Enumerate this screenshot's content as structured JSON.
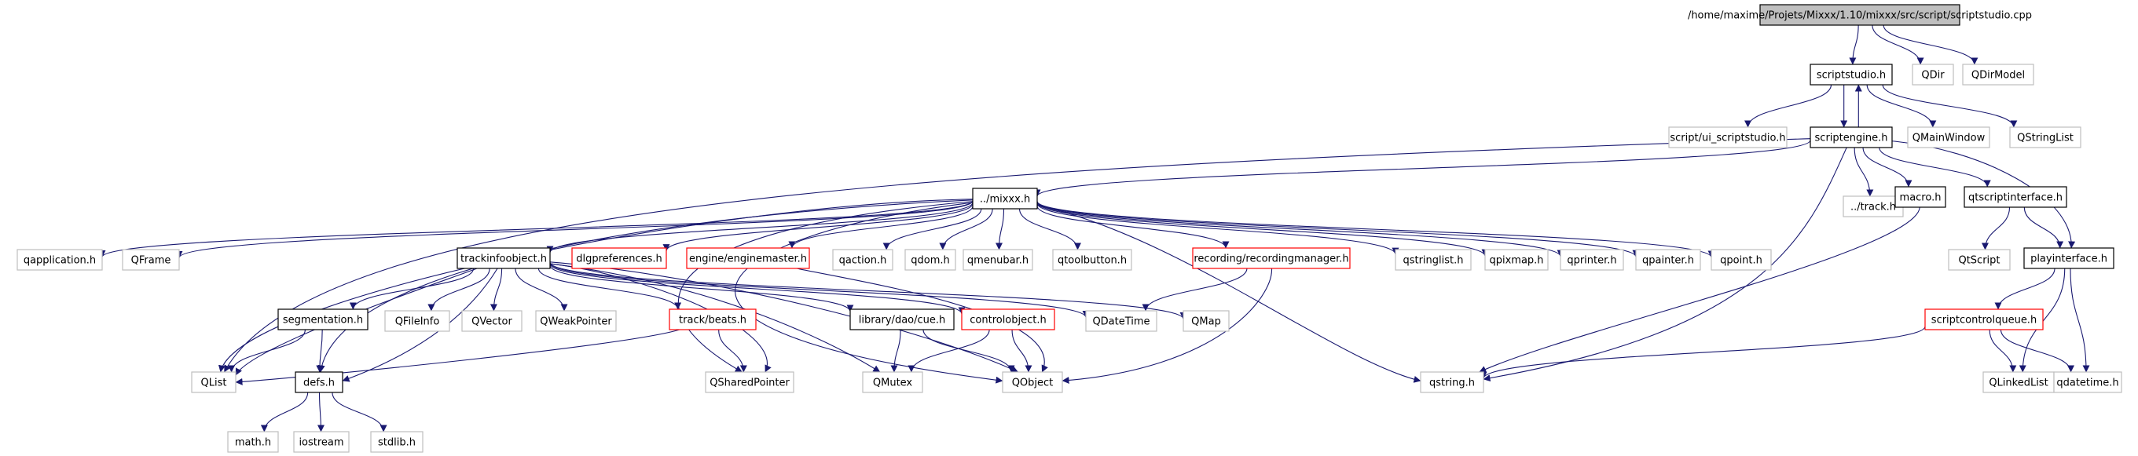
{
  "graph": {
    "colors": {
      "background": "#ffffff",
      "edge": "#191970",
      "border_documented": "#000000",
      "border_undocumented": "#bfbfbf",
      "border_incomplete": "#ff0000",
      "root_fill": "#bfbfbf",
      "text": "#000000"
    },
    "nodes": [
      {
        "id": "root",
        "label": "/home/maxime/Projets/Mixxx/1.10/mixxx/src/script/scriptstudio.cpp",
        "style": "root"
      },
      {
        "id": "scriptstudio_h",
        "label": "scriptstudio.h",
        "style": "documented"
      },
      {
        "id": "QDir",
        "label": "QDir",
        "style": "undocumented"
      },
      {
        "id": "QDirModel",
        "label": "QDirModel",
        "style": "undocumented"
      },
      {
        "id": "ui_scriptstudio",
        "label": "script/ui_scriptstudio.h",
        "style": "undocumented"
      },
      {
        "id": "scriptengine_h",
        "label": "scriptengine.h",
        "style": "documented"
      },
      {
        "id": "QMainWindow",
        "label": "QMainWindow",
        "style": "undocumented"
      },
      {
        "id": "QStringList",
        "label": "QStringList",
        "style": "undocumented"
      },
      {
        "id": "mixxx_h",
        "label": "../mixxx.h",
        "style": "documented"
      },
      {
        "id": "track_h",
        "label": "../track.h",
        "style": "undocumented"
      },
      {
        "id": "macro_h",
        "label": "macro.h",
        "style": "documented"
      },
      {
        "id": "qtscriptinterface_h",
        "label": "qtscriptinterface.h",
        "style": "documented"
      },
      {
        "id": "qapplication_h",
        "label": "qapplication.h",
        "style": "undocumented"
      },
      {
        "id": "QFrame",
        "label": "QFrame",
        "style": "undocumented"
      },
      {
        "id": "trackinfoobject_h",
        "label": "trackinfoobject.h",
        "style": "documented"
      },
      {
        "id": "dlgpreferences_h",
        "label": "dlgpreferences.h",
        "style": "incomplete"
      },
      {
        "id": "enginemaster_h",
        "label": "engine/enginemaster.h",
        "style": "incomplete"
      },
      {
        "id": "qaction_h",
        "label": "qaction.h",
        "style": "undocumented"
      },
      {
        "id": "qdom_h",
        "label": "qdom.h",
        "style": "undocumented"
      },
      {
        "id": "qmenubar_h",
        "label": "qmenubar.h",
        "style": "undocumented"
      },
      {
        "id": "qtoolbutton_h",
        "label": "qtoolbutton.h",
        "style": "undocumented"
      },
      {
        "id": "recordingmanager_h",
        "label": "recording/recordingmanager.h",
        "style": "incomplete"
      },
      {
        "id": "qstringlist_h",
        "label": "qstringlist.h",
        "style": "undocumented"
      },
      {
        "id": "qpixmap_h",
        "label": "qpixmap.h",
        "style": "undocumented"
      },
      {
        "id": "qprinter_h",
        "label": "qprinter.h",
        "style": "undocumented"
      },
      {
        "id": "qpainter_h",
        "label": "qpainter.h",
        "style": "undocumented"
      },
      {
        "id": "qpoint_h",
        "label": "qpoint.h",
        "style": "undocumented"
      },
      {
        "id": "QtScript",
        "label": "QtScript",
        "style": "undocumented"
      },
      {
        "id": "playinterface_h",
        "label": "playinterface.h",
        "style": "documented"
      },
      {
        "id": "segmentation_h",
        "label": "segmentation.h",
        "style": "documented"
      },
      {
        "id": "QFileInfo",
        "label": "QFileInfo",
        "style": "undocumented"
      },
      {
        "id": "QVector",
        "label": "QVector",
        "style": "undocumented"
      },
      {
        "id": "QWeakPointer",
        "label": "QWeakPointer",
        "style": "undocumented"
      },
      {
        "id": "beats_h",
        "label": "track/beats.h",
        "style": "incomplete"
      },
      {
        "id": "cue_h",
        "label": "library/dao/cue.h",
        "style": "documented"
      },
      {
        "id": "controlobject_h",
        "label": "controlobject.h",
        "style": "incomplete"
      },
      {
        "id": "QDateTime",
        "label": "QDateTime",
        "style": "undocumented"
      },
      {
        "id": "QMap",
        "label": "QMap",
        "style": "undocumented"
      },
      {
        "id": "scriptcontrolqueue_h",
        "label": "scriptcontrolqueue.h",
        "style": "incomplete"
      },
      {
        "id": "QList",
        "label": "QList",
        "style": "undocumented"
      },
      {
        "id": "defs_h",
        "label": "defs.h",
        "style": "documented"
      },
      {
        "id": "QSharedPointer",
        "label": "QSharedPointer",
        "style": "undocumented"
      },
      {
        "id": "QMutex",
        "label": "QMutex",
        "style": "undocumented"
      },
      {
        "id": "QObject",
        "label": "QObject",
        "style": "undocumented"
      },
      {
        "id": "qstring_h",
        "label": "qstring.h",
        "style": "undocumented"
      },
      {
        "id": "QLinkedList",
        "label": "QLinkedList",
        "style": "undocumented"
      },
      {
        "id": "qdatetime_h",
        "label": "qdatetime.h",
        "style": "undocumented"
      },
      {
        "id": "math_h",
        "label": "math.h",
        "style": "undocumented"
      },
      {
        "id": "iostream",
        "label": "iostream",
        "style": "undocumented"
      },
      {
        "id": "stdlib_h",
        "label": "stdlib.h",
        "style": "undocumented"
      }
    ],
    "edges": [
      [
        "root",
        "scriptstudio_h"
      ],
      [
        "root",
        "QDir"
      ],
      [
        "root",
        "QDirModel"
      ],
      [
        "scriptstudio_h",
        "ui_scriptstudio"
      ],
      [
        "scriptstudio_h",
        "scriptengine_h"
      ],
      [
        "scriptstudio_h",
        "QMainWindow"
      ],
      [
        "scriptstudio_h",
        "QStringList"
      ],
      [
        "scriptengine_h",
        "scriptstudio_h"
      ],
      [
        "scriptengine_h",
        "mixxx_h"
      ],
      [
        "scriptengine_h",
        "track_h"
      ],
      [
        "scriptengine_h",
        "macro_h"
      ],
      [
        "scriptengine_h",
        "qtscriptinterface_h"
      ],
      [
        "scriptengine_h",
        "playinterface_h"
      ],
      [
        "scriptengine_h",
        "QList"
      ],
      [
        "scriptengine_h",
        "qstring_h"
      ],
      [
        "mixxx_h",
        "qapplication_h"
      ],
      [
        "mixxx_h",
        "QFrame"
      ],
      [
        "mixxx_h",
        "trackinfoobject_h"
      ],
      [
        "mixxx_h",
        "dlgpreferences_h"
      ],
      [
        "mixxx_h",
        "enginemaster_h"
      ],
      [
        "mixxx_h",
        "qaction_h"
      ],
      [
        "mixxx_h",
        "qdom_h"
      ],
      [
        "mixxx_h",
        "qmenubar_h"
      ],
      [
        "mixxx_h",
        "qtoolbutton_h"
      ],
      [
        "mixxx_h",
        "recordingmanager_h"
      ],
      [
        "mixxx_h",
        "qstringlist_h"
      ],
      [
        "mixxx_h",
        "qpixmap_h"
      ],
      [
        "mixxx_h",
        "qprinter_h"
      ],
      [
        "mixxx_h",
        "qpainter_h"
      ],
      [
        "mixxx_h",
        "qpoint_h"
      ],
      [
        "mixxx_h",
        "QList"
      ],
      [
        "mixxx_h",
        "defs_h"
      ],
      [
        "mixxx_h",
        "qstring_h"
      ],
      [
        "mixxx_h",
        "QObject"
      ],
      [
        "mixxx_h",
        "QSharedPointer"
      ],
      [
        "trackinfoobject_h",
        "segmentation_h"
      ],
      [
        "trackinfoobject_h",
        "QFileInfo"
      ],
      [
        "trackinfoobject_h",
        "QVector"
      ],
      [
        "trackinfoobject_h",
        "QWeakPointer"
      ],
      [
        "trackinfoobject_h",
        "beats_h"
      ],
      [
        "trackinfoobject_h",
        "cue_h"
      ],
      [
        "trackinfoobject_h",
        "controlobject_h"
      ],
      [
        "trackinfoobject_h",
        "QDateTime"
      ],
      [
        "trackinfoobject_h",
        "QMap"
      ],
      [
        "trackinfoobject_h",
        "QList"
      ],
      [
        "trackinfoobject_h",
        "defs_h"
      ],
      [
        "trackinfoobject_h",
        "QSharedPointer"
      ],
      [
        "trackinfoobject_h",
        "QMutex"
      ],
      [
        "trackinfoobject_h",
        "QObject"
      ],
      [
        "enginemaster_h",
        "QObject"
      ],
      [
        "recordingmanager_h",
        "QDateTime"
      ],
      [
        "recordingmanager_h",
        "QObject"
      ],
      [
        "qtscriptinterface_h",
        "QtScript"
      ],
      [
        "qtscriptinterface_h",
        "playinterface_h"
      ],
      [
        "playinterface_h",
        "scriptcontrolqueue_h"
      ],
      [
        "playinterface_h",
        "QLinkedList"
      ],
      [
        "playinterface_h",
        "qdatetime_h"
      ],
      [
        "macro_h",
        "qstring_h"
      ],
      [
        "segmentation_h",
        "QList"
      ],
      [
        "segmentation_h",
        "defs_h"
      ],
      [
        "beats_h",
        "QList"
      ],
      [
        "beats_h",
        "QSharedPointer"
      ],
      [
        "cue_h",
        "QMutex"
      ],
      [
        "cue_h",
        "QObject"
      ],
      [
        "controlobject_h",
        "QMutex"
      ],
      [
        "controlobject_h",
        "QObject"
      ],
      [
        "scriptcontrolqueue_h",
        "qstring_h"
      ],
      [
        "scriptcontrolqueue_h",
        "QLinkedList"
      ],
      [
        "scriptcontrolqueue_h",
        "qdatetime_h"
      ],
      [
        "defs_h",
        "math_h"
      ],
      [
        "defs_h",
        "iostream"
      ],
      [
        "defs_h",
        "stdlib_h"
      ]
    ]
  }
}
